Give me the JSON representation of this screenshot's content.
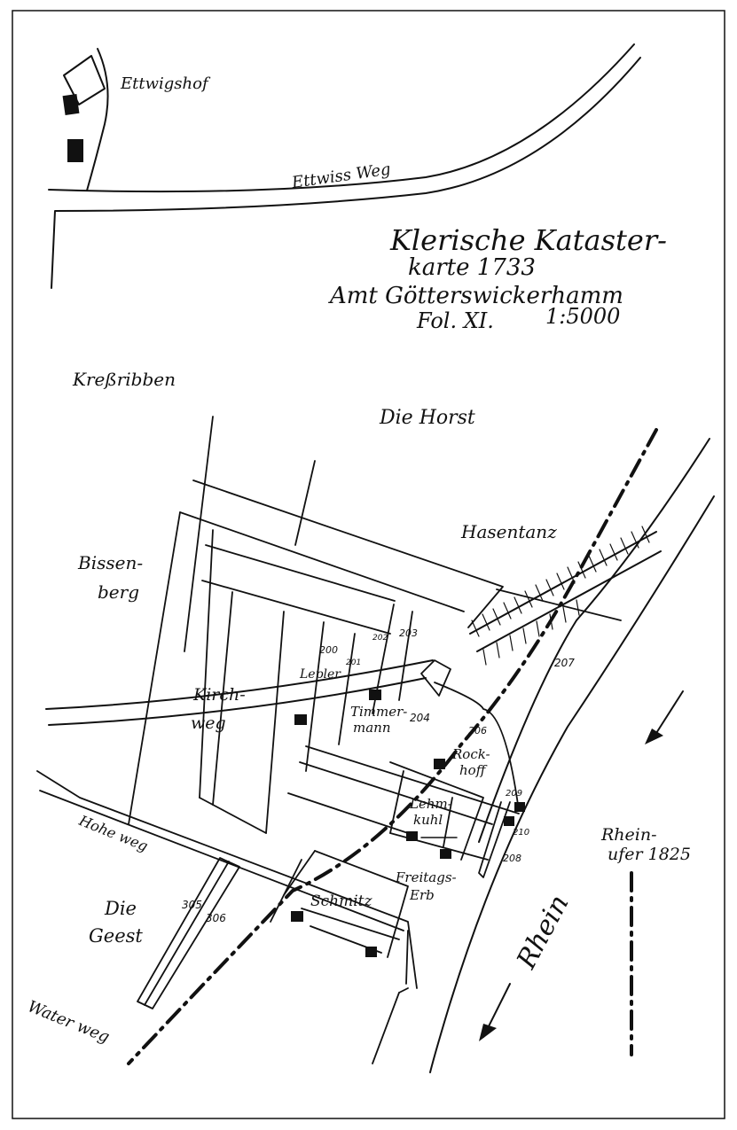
{
  "title": {
    "line1": "Klerische Kataster-",
    "line2": "karte 1733",
    "line3": "Amt Götterswickerhamm",
    "folio": "Fol. XI.",
    "scale": "1:5000"
  },
  "places": {
    "ettwigshof": "Ettwigshof",
    "ettwiss_weg": "Ettwiss Weg",
    "kressribben": "Kreßribben",
    "die_horst": "Die Horst",
    "hasentanz": "Hasentanz",
    "bissen": "Bissen-",
    "berg": "berg",
    "kirch": "Kirch-",
    "weg": "weg",
    "hohe_weg": "Hohe weg",
    "die": "Die",
    "geest": "Geest",
    "water_weg": "Water weg",
    "rhein": "Rhein",
    "rheinufer_1": "Rhein-",
    "rheinufer_2": "ufer 1825"
  },
  "owners": {
    "lepler": "Lepler",
    "timmer": "Timmer-",
    "mann": "mann",
    "rock": "Rock-",
    "hoff": "hoff",
    "lehm": "Lehm-",
    "kuhl": "kuhl",
    "schmitz": "Schmitz",
    "freitags": "Freitags-",
    "erb": "Erb"
  },
  "parcels": {
    "p200": "200",
    "p201": "201",
    "p202": "202",
    "p203": "203",
    "p204": "204",
    "p206": "206",
    "p207": "207",
    "p208": "208",
    "p209": "209",
    "p210": "210",
    "p305": "305",
    "p306": "306"
  },
  "colors": {
    "ink": "#111111",
    "paper": "#ffffff"
  }
}
